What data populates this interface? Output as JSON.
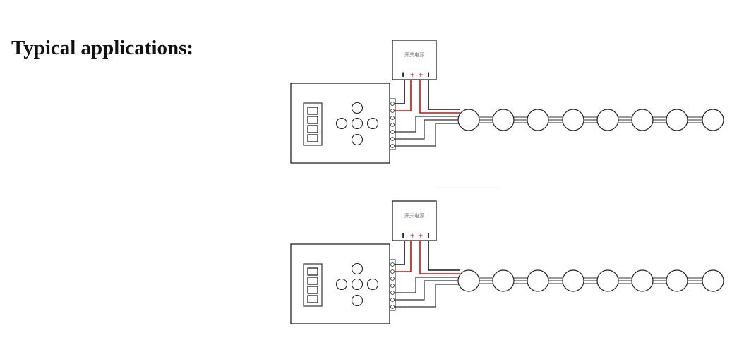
{
  "heading": "Typical applications:",
  "psu_label": "开关电源",
  "psu_terminals": [
    "I",
    "+",
    "+",
    "I"
  ],
  "colors": {
    "line": "#222222",
    "positive": "#cc1111",
    "negative": "#111111"
  },
  "diagrams": [
    {
      "name": "application-1",
      "led_count": 8
    },
    {
      "name": "application-2",
      "led_count": 8
    }
  ]
}
